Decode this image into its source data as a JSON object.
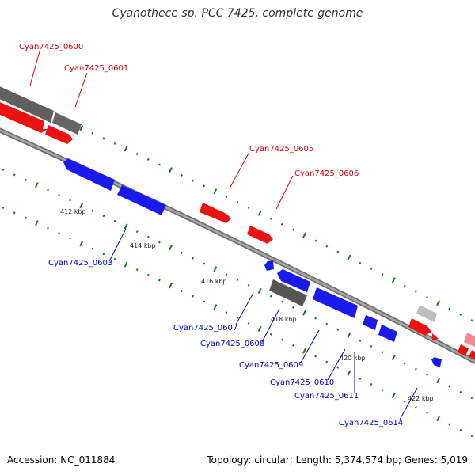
{
  "title": "Cyanothece sp. PCC 7425, complete genome",
  "footer": {
    "accession_label": "Accession:",
    "accession": "NC_011884",
    "topology_text": "Topology: circular; Length: 5,374,574 bp; Genes: 5,019"
  },
  "colors": {
    "forward_gene": "#ee1111",
    "reverse_gene": "#1a1aee",
    "rna_gene": "#777777",
    "backbone": "#888888",
    "tick": "#1a7a1a",
    "label_red": "#dd0000",
    "label_blue": "#0000cc"
  },
  "scale_labels": [
    "412 kbp",
    "414 kbp",
    "416 kbp",
    "418 kbp",
    "420 kbp",
    "422 kbp"
  ],
  "gene_labels_top": [
    "Cyan7425_0600",
    "Cyan7425_0601",
    "Cyan7425_0605",
    "Cyan7425_0606"
  ],
  "gene_labels_bottom": [
    "Cyan7425_0603",
    "Cyan7425_0607",
    "Cyan7425_0608",
    "Cyan7425_0609",
    "Cyan7425_0610",
    "Cyan7425_0611",
    "Cyan7425_0614"
  ]
}
